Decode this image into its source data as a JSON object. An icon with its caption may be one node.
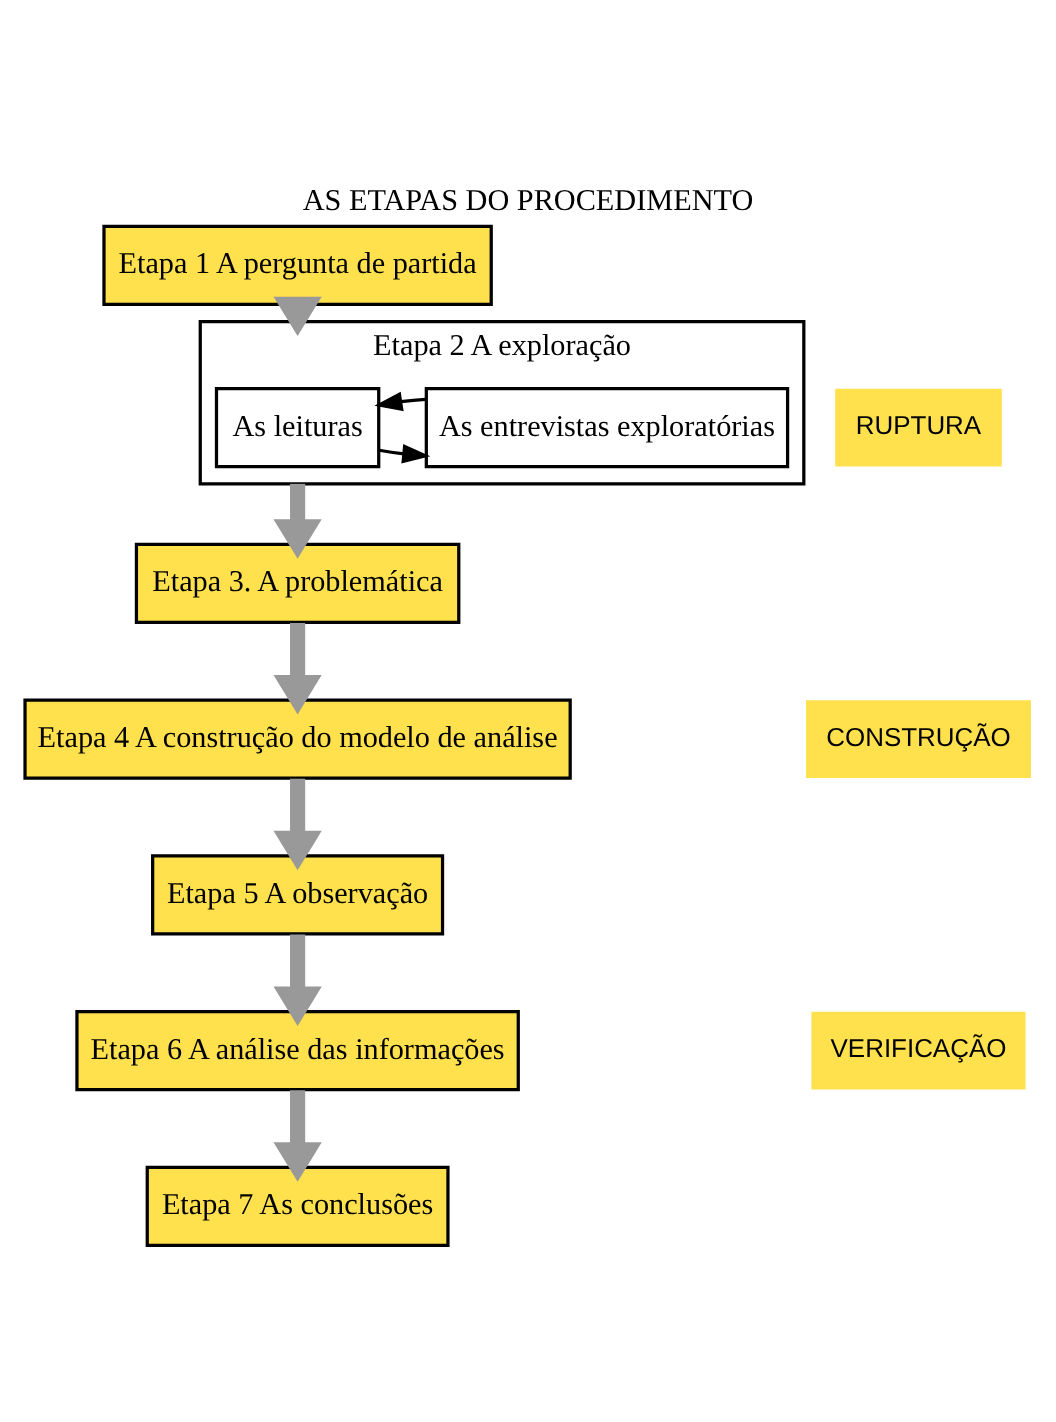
{
  "diagram": {
    "title": "AS ETAPAS DO PROCEDIMENTO",
    "nodes": [
      {
        "text": [
          "Etapa 1 A pergunta de partida"
        ]
      },
      {
        "text": [
          "Etapa 2 A exploração"
        ]
      },
      {
        "text": [
          "As leituras"
        ],
        "in": 1
      },
      {
        "text": [
          "As entrevistas exploratórias"
        ],
        "in": 1
      },
      {
        "text": [
          "Etapa 3. A problemática"
        ]
      },
      {
        "text": [
          "Etapa 4 A construção do modelo de análise"
        ]
      },
      {
        "text": [
          "Etapa 5 A observação"
        ]
      },
      {
        "text": [
          "Etapa 6 A análise das informações"
        ]
      },
      {
        "text": [
          "Etapa 7 As conclusões"
        ]
      }
    ],
    "edges": [
      {
        "from": 0,
        "to": 1,
        "arrow": "to"
      },
      {
        "from": 2,
        "to": 3,
        "arrow": "to",
        "color": "#000000"
      },
      {
        "from": 3,
        "to": 2,
        "arrow": "to",
        "color": "#000000"
      },
      {
        "from": 1,
        "to": 4,
        "arrow": "to"
      },
      {
        "from": 4,
        "to": 5,
        "arrow": "to"
      },
      {
        "from": 5,
        "to": 6,
        "arrow": "to"
      },
      {
        "from": 6,
        "to": 7,
        "arrow": "to"
      },
      {
        "from": 7,
        "to": 8,
        "arrow": "to"
      }
    ],
    "labels": [
      "RUPTURA",
      "CONSTRUÇÃO",
      "VERIFICAÇÃO"
    ]
  }
}
